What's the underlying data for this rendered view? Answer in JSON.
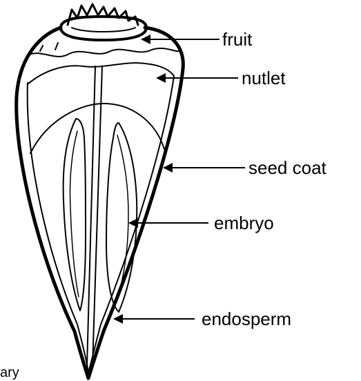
{
  "labels": {
    "fruit": "fruit",
    "nutlet": "nutlet",
    "seed_coat": "seed coat",
    "embryo": "embryo",
    "endosperm": "endosperm",
    "cut_off_text": "ary"
  },
  "colors": {
    "ink": "#000000",
    "background": "#ffffff"
  }
}
